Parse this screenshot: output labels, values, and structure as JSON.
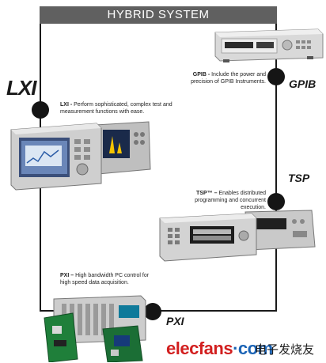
{
  "title": "HYBRID SYSTEM",
  "nodes": {
    "lxi": {
      "name": "LXI",
      "label": "LXI -",
      "text": "Perform sophisticated, complex test and measurement functions with ease."
    },
    "gpib": {
      "name": "GPIB",
      "label": "GPIB -",
      "text": "Include the power and precision of GPIB Instruments."
    },
    "tsp": {
      "name": "TSP",
      "label": "TSP™ –",
      "text": "Enables distributed programming and concurrent execution."
    },
    "pxi": {
      "name": "PXI",
      "label": "PXI –",
      "text": "High bandwidth PC control for high speed data acquisition."
    }
  },
  "watermark": {
    "brand_a": "elecfans",
    "brand_dot": "·",
    "brand_b": "com",
    "cn": "电子发烧友"
  },
  "colors": {
    "frame": "#1a1a1a",
    "title_bg": "#606060",
    "brand_red": "#d21f1f",
    "brand_blue": "#1a63b5"
  }
}
